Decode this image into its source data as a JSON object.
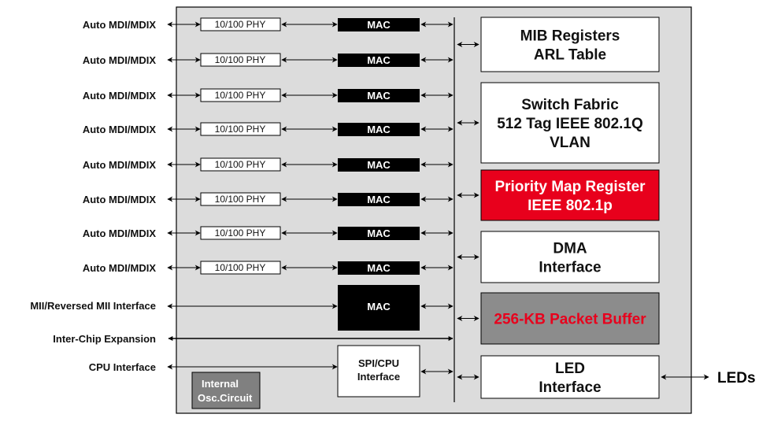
{
  "ports": {
    "label": "Auto MDI/MDIX",
    "phy": "10/100 PHY",
    "mac": "MAC",
    "count": 8
  },
  "mii": {
    "label": "MII/Reversed MII Interface",
    "mac": "MAC"
  },
  "interchip": {
    "label": "Inter-Chip Expansion"
  },
  "cpu": {
    "label": "CPU Interface",
    "block_line1": "SPI/CPU",
    "block_line2": "Interface"
  },
  "osc": {
    "line1": "Internal",
    "line2": "Osc.Circuit"
  },
  "blocks": [
    {
      "lines": [
        "MIB Registers",
        "ARL Table"
      ]
    },
    {
      "lines": [
        "Switch Fabric",
        "512 Tag IEEE 802.1Q",
        "VLAN"
      ]
    },
    {
      "lines": [
        "Priority Map Register",
        "IEEE 802.1p"
      ]
    },
    {
      "lines": [
        "DMA",
        "Interface"
      ]
    },
    {
      "lines": [
        "256-KB Packet Buffer"
      ]
    },
    {
      "lines": [
        "LED",
        "Interface"
      ]
    }
  ],
  "leds": {
    "label": "LEDs"
  },
  "colors": {
    "chip": "#dcdcdc",
    "priority": "#e8001c",
    "buffer": "#8c8c8c",
    "buffer_text": "#e8001c",
    "osc": "#808080"
  }
}
